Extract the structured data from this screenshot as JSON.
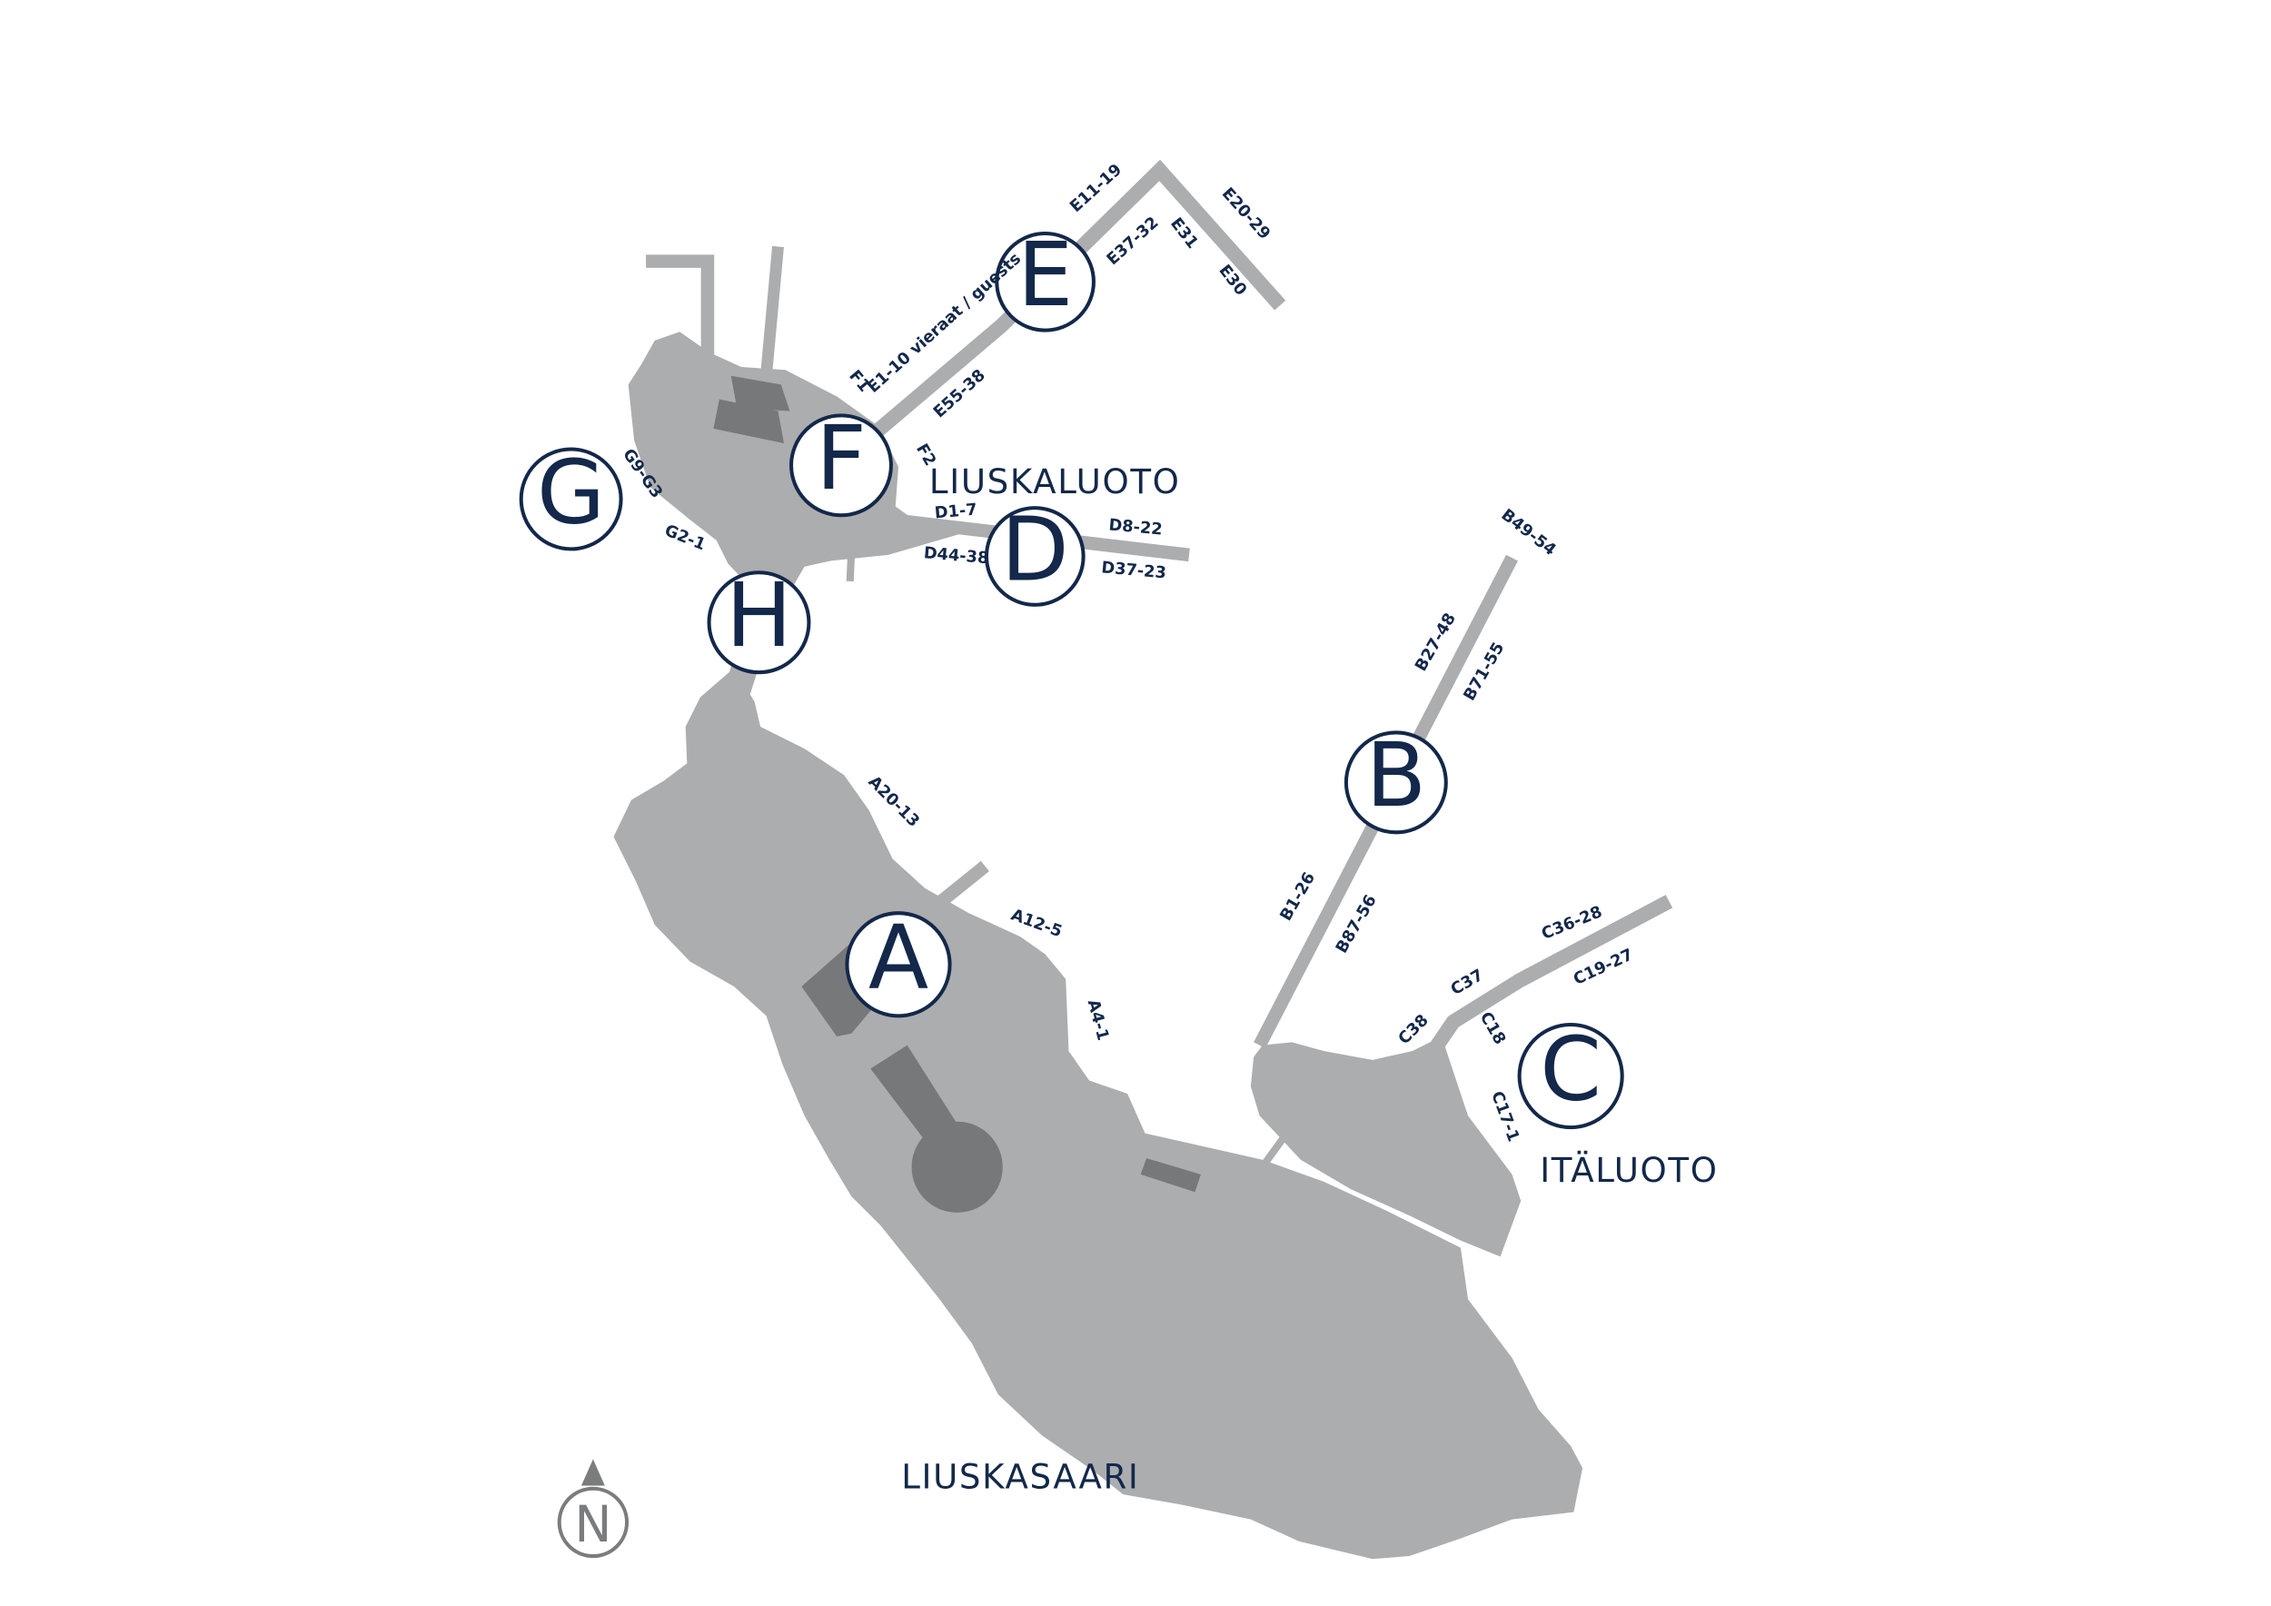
{
  "map": {
    "colors": {
      "land": "#acadaf",
      "building": "#77787a",
      "marker_stroke": "#13284a",
      "text": "#13284a",
      "compass": "#7b7c7e",
      "background": "#ffffff"
    },
    "areas": {
      "liuskaluoto": "LIUSKALUOTO",
      "italuoto": "ITÄLUOTO",
      "liuskasaari": "LIUSKASAARI"
    },
    "markers": {
      "A": "A",
      "B": "B",
      "C": "C",
      "D": "D",
      "E": "E",
      "F": "F",
      "G": "G",
      "H": "H"
    },
    "labels": {
      "e11_19": "E11-19",
      "e20_29": "E20-29",
      "e37_32": "E37-32",
      "e31": "E31",
      "e30": "E30",
      "e1_10": "E1-10 vieraat / guests",
      "f1": "F1",
      "e55_38": "E55-38",
      "f2": "F2",
      "g9_g3": "G9-G3",
      "g2_1": "G2-1",
      "d1_7": "D1-7",
      "d8_22": "D8-22",
      "d44_38": "D44-38",
      "d37_23": "D37-23",
      "b49_54": "B49-54",
      "b27_48": "B27-48",
      "b71_55": "B71-55",
      "b1_26": "B1-26",
      "b87_56": "B87-56",
      "a20_13": "A20-13",
      "a12_5": "A12-5",
      "a4_1": "A4-1",
      "c36_28": "C36-28",
      "c37": "C37",
      "c19_27": "C19-27",
      "c38": "C38",
      "c18": "C18",
      "c17_1": "C17-1"
    },
    "compass": "N"
  }
}
